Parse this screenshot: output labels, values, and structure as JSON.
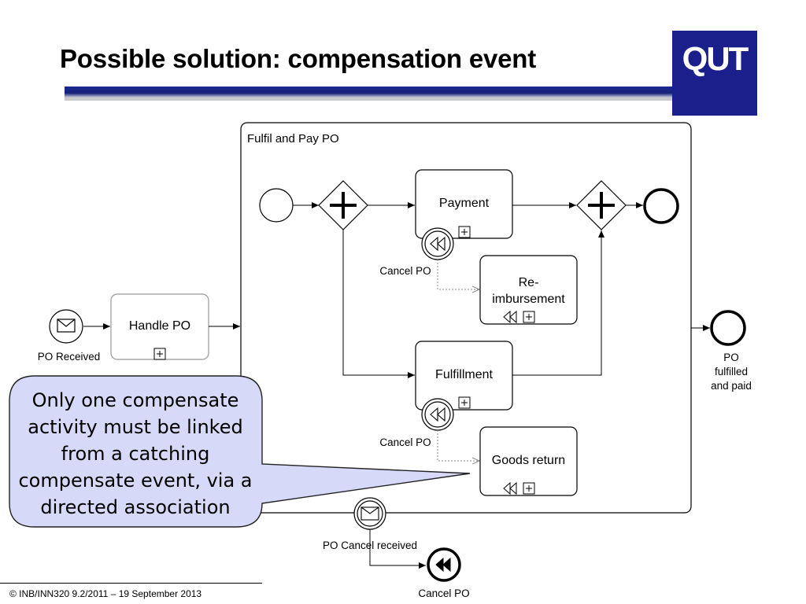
{
  "slide": {
    "title": "Possible solution: compensation event",
    "logo_text": "QUT",
    "footer": "© INB/INN320 9.2/2011 – 19 September 2013"
  },
  "diagram": {
    "subprocess_label": "Fulfil and Pay PO",
    "tasks": {
      "handle_po": "Handle PO",
      "payment": "Payment",
      "reimbursement": "Re-\nimbursement",
      "fulfillment": "Fulfillment",
      "goods_return": "Goods return"
    },
    "events": {
      "po_received": "PO Received",
      "cancel_po_payment": "Cancel PO",
      "cancel_po_fulfillment": "Cancel PO",
      "po_fulfilled": "PO\nfulfilled\nand paid",
      "po_cancel_received": "PO Cancel received",
      "cancel_po_end": "Cancel PO"
    },
    "markers": {
      "subprocess": "+"
    }
  },
  "callout": {
    "text": "Only one compensate activity must be linked from a catching compensate event, via a directed association"
  },
  "colors": {
    "brand_blue": "#1a1f8c",
    "callout_fill": "#d6d9f7",
    "line": "#000000"
  }
}
